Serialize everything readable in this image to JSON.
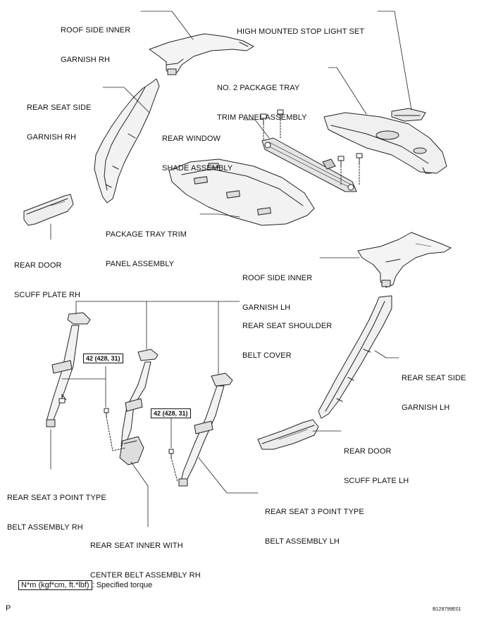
{
  "labels": {
    "roof_side_inner_rh": [
      "ROOF SIDE INNER",
      "GARNISH RH"
    ],
    "high_mounted_stop_light": [
      "HIGH MOUNTED STOP LIGHT SET"
    ],
    "no2_package_tray": [
      "NO. 2 PACKAGE TRAY",
      "TRIM PANEL ASSEMBLY"
    ],
    "rear_seat_side_rh": [
      "REAR SEAT SIDE",
      "GARNISH RH"
    ],
    "rear_window_shade": [
      "REAR WINDOW",
      "SHADE ASSEMBLY"
    ],
    "package_tray_trim": [
      "PACKAGE TRAY TRIM",
      "PANEL ASSEMBLY"
    ],
    "rear_door_scuff_rh": [
      "REAR DOOR",
      "SCUFF PLATE RH"
    ],
    "roof_side_inner_lh": [
      "ROOF SIDE INNER",
      "GARNISH LH"
    ],
    "shoulder_belt_cover": [
      "REAR SEAT SHOULDER",
      "BELT COVER"
    ],
    "rear_seat_side_lh": [
      "REAR SEAT SIDE",
      "GARNISH LH"
    ],
    "rear_door_scuff_lh": [
      "REAR DOOR",
      "SCUFF PLATE LH"
    ],
    "three_point_rh": [
      "REAR SEAT 3 POINT TYPE",
      "BELT ASSEMBLY RH"
    ],
    "three_point_lh": [
      "REAR SEAT 3 POINT TYPE",
      "BELT ASSEMBLY LH"
    ],
    "inner_center_belt": [
      "REAR SEAT INNER WITH",
      "CENTER BELT ASSEMBLY RH"
    ]
  },
  "torque_values": {
    "rh": "42 (428, 31)",
    "lh": "42 (428, 31)"
  },
  "legend": {
    "unit_box": "N*m (kgf*cm, ft.*lbf)",
    "description": ": Specified torque"
  },
  "corner_left": "P",
  "image_code": "B128799E01"
}
